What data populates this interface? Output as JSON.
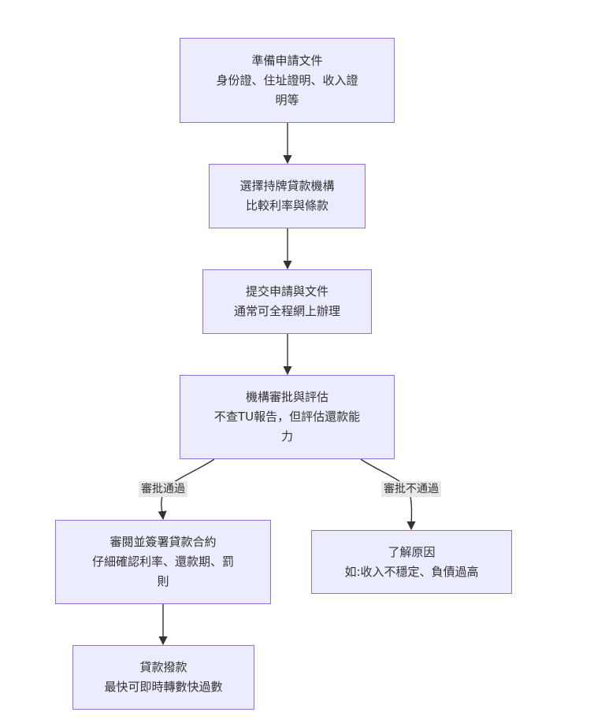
{
  "colors": {
    "node_fill": "#ececff",
    "node_border": "#9370db",
    "edge": "#333333",
    "edge_label_bg": "#e8e8e8"
  },
  "nodes": {
    "prepare": {
      "lines": [
        "準備申請文件",
        "身份證、住址證明、收入證",
        "明等"
      ]
    },
    "choose": {
      "lines": [
        "選擇持牌貸款機構",
        "比較利率與條款"
      ]
    },
    "submit": {
      "lines": [
        "提交申請與文件",
        "通常可全程網上辦理"
      ]
    },
    "review": {
      "lines": [
        "機構審批與評估",
        "不查TU報告，但評估還款能",
        "力"
      ]
    },
    "sign": {
      "lines": [
        "審閱並簽署貸款合約",
        "仔細確認利率、還款期、罰",
        "則"
      ]
    },
    "reason": {
      "lines": [
        "了解原因",
        "如:收入不穩定、負債過高"
      ]
    },
    "disburse": {
      "lines": [
        "貸款撥款",
        "最快可即時轉數快過數"
      ]
    }
  },
  "edges": {
    "approved_label": "審批通過",
    "rejected_label": "審批不通過"
  }
}
